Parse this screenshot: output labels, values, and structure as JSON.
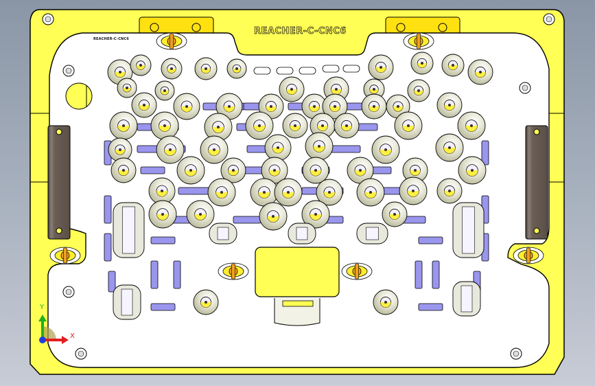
{
  "viewport": {
    "model_name": "REACHER-C-CNC6",
    "engraving_label": "REACHER-C-CNC6",
    "background_top": "#8a96a6",
    "background_bottom": "#c8ccd6"
  },
  "triad": {
    "x_label": "X",
    "y_label": "Y",
    "x_color": "#e02020",
    "y_color": "#20b020",
    "z_color": "#1f3fe0"
  },
  "colors": {
    "base_plate": "#ffff55",
    "top_plate": "#ffffff",
    "clamp_strap": "#9a96ee",
    "handle": "#6a5e55",
    "locator_disc": "#e6e6d2",
    "insert_yellow": "#ffee30",
    "cam_orange": "#f0a020"
  }
}
